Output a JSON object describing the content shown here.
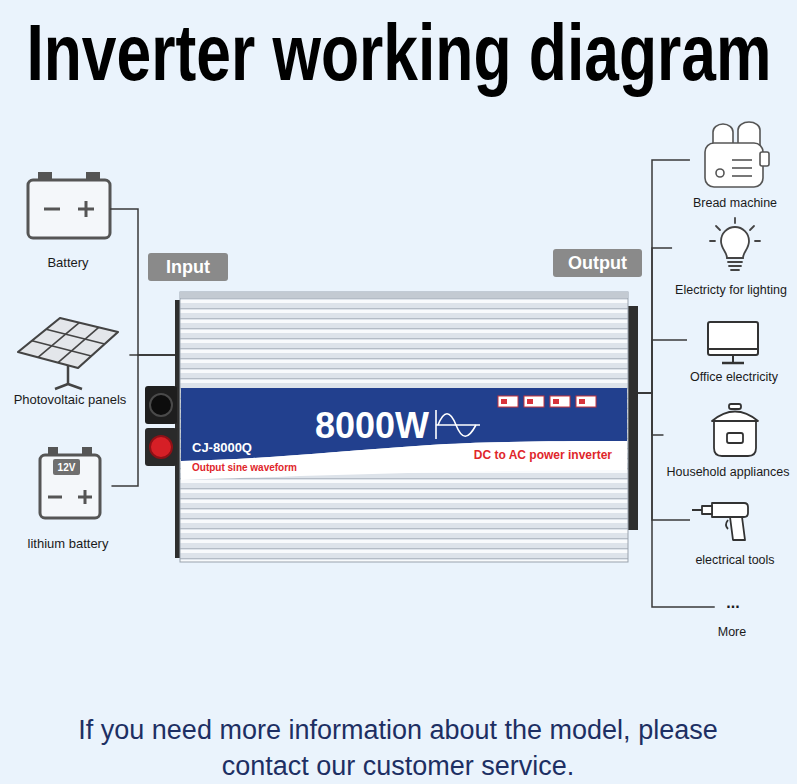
{
  "diagram": {
    "title": "Inverter working diagram",
    "caption": "If you need more information about the model, please contact our customer service.",
    "nodes": [
      {
        "text": [
          "Input"
        ]
      },
      {
        "text": [
          "Output"
        ]
      },
      {
        "text": [
          "Battery"
        ]
      },
      {
        "text": [
          "Photovoltaic panels"
        ]
      },
      {
        "text": [
          "12V",
          "lithium battery"
        ]
      },
      {
        "text": [
          "8000W",
          "CJ-8000Q",
          "Output sine waveform",
          "DC to AC power inverter"
        ]
      },
      {
        "text": [
          "Bread machine"
        ]
      },
      {
        "text": [
          "Electricty for lighting"
        ]
      },
      {
        "text": [
          "Office electricity"
        ]
      },
      {
        "text": [
          "Household appliances"
        ]
      },
      {
        "text": [
          "electrical tools"
        ]
      },
      {
        "text": [
          "...",
          "More"
        ]
      }
    ],
    "edges": [
      {
        "from": 2,
        "to": 5,
        "arrow": "none"
      },
      {
        "from": 3,
        "to": 5,
        "arrow": "none"
      },
      {
        "from": 4,
        "to": 5,
        "arrow": "none"
      },
      {
        "from": 5,
        "to": 6,
        "arrow": "none"
      },
      {
        "from": 5,
        "to": 7,
        "arrow": "none"
      },
      {
        "from": 5,
        "to": 8,
        "arrow": "none"
      },
      {
        "from": 5,
        "to": 9,
        "arrow": "none"
      },
      {
        "from": 5,
        "to": 10,
        "arrow": "none"
      },
      {
        "from": 5,
        "to": 11,
        "arrow": "none"
      }
    ]
  }
}
